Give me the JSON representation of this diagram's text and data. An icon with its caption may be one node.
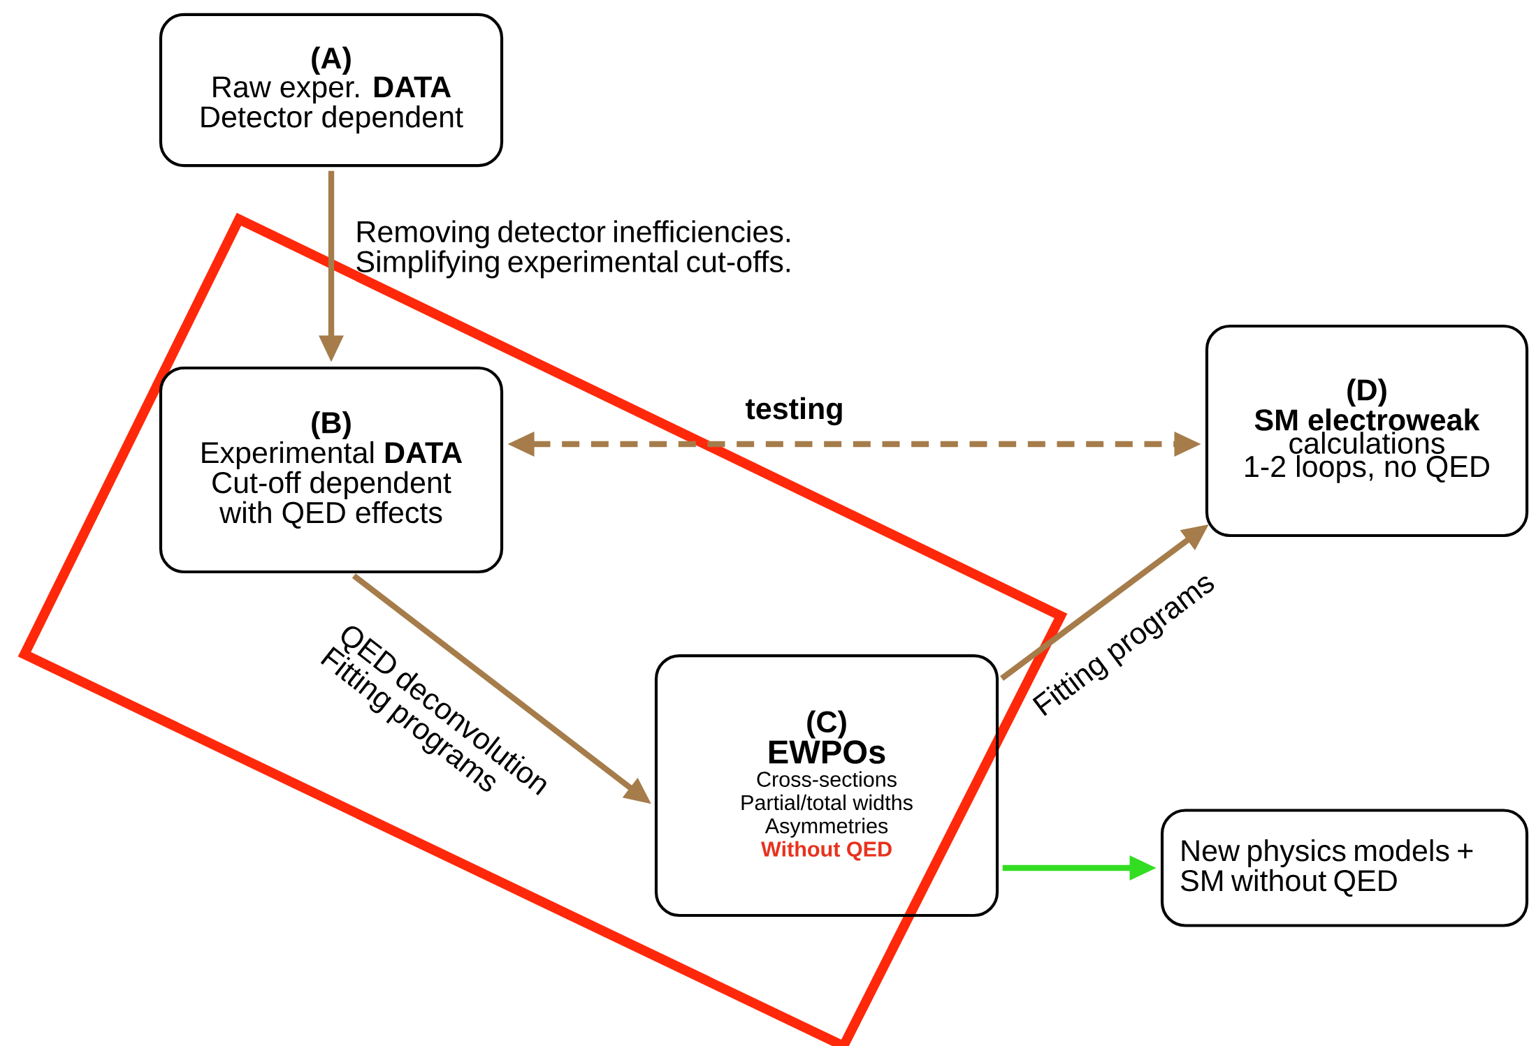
{
  "diagram": {
    "nodes": [
      {
        "text": [
          "(A)",
          "Raw exper. **DATA**",
          "Detector dependent"
        ]
      },
      {
        "text": [
          "(B)",
          "Experimental **DATA**",
          "Cut-off dependent",
          "with QED effects"
        ]
      },
      {
        "text": [
          "(C)",
          "EWPOs",
          "Cross-sections",
          "Partial/total widths",
          "Asymmetries",
          "Without QED"
        ]
      },
      {
        "text": [
          "(D)",
          "SM electroweak",
          "calculations",
          "1-2 loops, no QED"
        ]
      },
      {
        "text": [
          "New physics models + SM without QED"
        ]
      }
    ],
    "edges": [
      {
        "from": 0,
        "to": 1,
        "arrow": "to",
        "label": "Removing detector inefficiencies. Simplifying experimental cut-offs."
      },
      {
        "from": 1,
        "to": 3,
        "arrow": "both",
        "style": "dashed",
        "label": "testing"
      },
      {
        "from": 1,
        "to": 2,
        "arrow": "to",
        "label": "QED deconvolution Fitting programs"
      },
      {
        "from": 2,
        "to": 3,
        "arrow": "to",
        "label": "Fitting programs"
      },
      {
        "from": 2,
        "to": 4,
        "arrow": "to",
        "color": "#33dd22"
      }
    ]
  }
}
